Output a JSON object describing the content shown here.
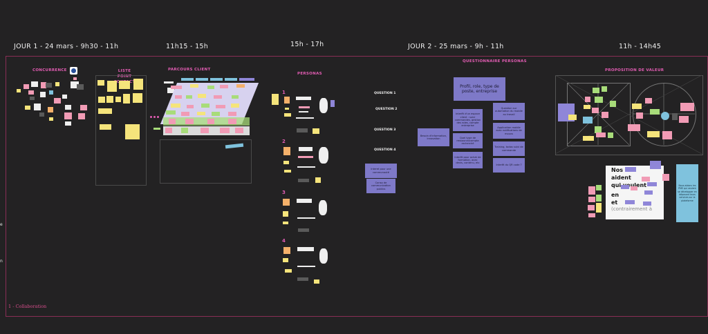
{
  "headers": {
    "day1": "JOUR 1 - 24 mars - 9h30 - 11h",
    "slot2": "11h15 - 15h",
    "slot3": "15h - 17h",
    "day2": "JOUR 2 - 25 mars - 9h - 11h",
    "slot5": "11h - 14h45"
  },
  "sections": {
    "concurrence": "CONCURRENCE",
    "liste_point_contact": "LISTE POINT CONTACT",
    "parcours_client": "PARCOURS CLIENT",
    "personas": "PERSONAS",
    "questionnaire": "QUESTIONNAIRE PERSONAS",
    "proposition_valeur": "PROPOSITION DE VALEUR"
  },
  "questions": [
    "QUESTION 1",
    "QUESTION 2",
    "QUESTION 3",
    "QUESTION 4"
  ],
  "questionnaire_notes": {
    "center": "Profil, role, type de poste, entreprise",
    "interet_espace": "Interêt d'un espace client : suivi commandes, gestion des roles, compte entreprise",
    "automation": "Question sur automation du mobile au travail",
    "besoin": "Besoin d'information, innovation",
    "application": "Application mobile avec notifications de mouvs",
    "quel_type": "Quel type de ressource/compta recherché",
    "training": "Training, todos suivi de commande",
    "interet_achat": "Interêt pour achat de formation, avec devis, contenu, etc",
    "qr": "Interêt du QR code ?",
    "interet_contenu": "Interet pour une communauté",
    "conso": "Conso de communication publics"
  },
  "persona_numbers": [
    "1",
    "2",
    "3",
    "4"
  ],
  "value_prop_text": [
    "Nos",
    "aident",
    "qui veulent",
    "en",
    "et",
    "(contrairement à"
  ],
  "value_prop_side": "Nous aidons les PME qui veulent se développer en déposant leurs services sur la plateforme",
  "footer": "1 - Collaboration",
  "left_edge_letters": [
    "e",
    "n"
  ],
  "colors": {
    "background": "#232223",
    "frame": "#8a2e56",
    "section_title": "#e45db4",
    "sticky_violet": "#7e79c8"
  }
}
